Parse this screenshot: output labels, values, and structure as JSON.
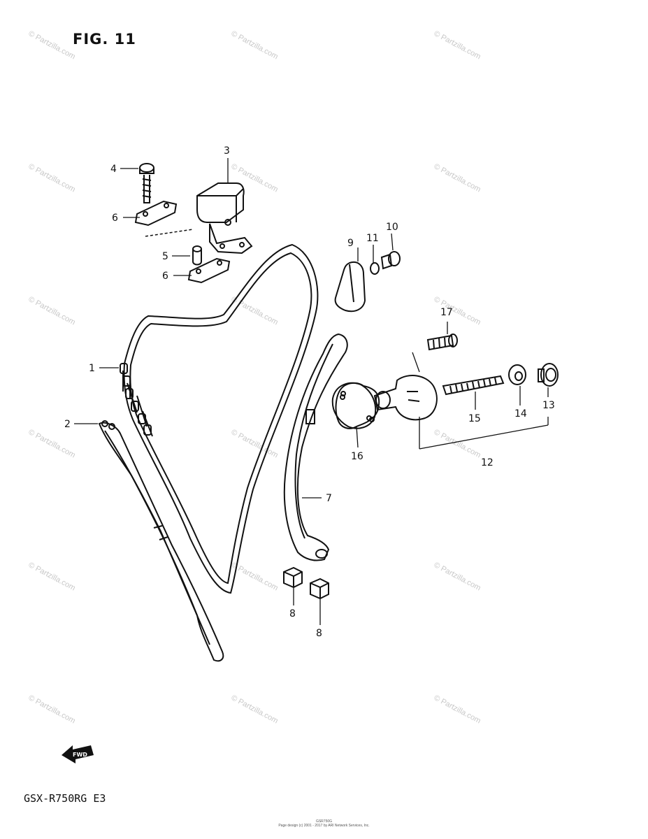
{
  "figure": {
    "title": "FIG. 11"
  },
  "model_code": "GSX-R750RG  E3",
  "watermark": "© Partzilla.com",
  "fwd_label": "FWD",
  "footer": {
    "line1": "GSR750G",
    "line2": "Page design (c) 2001 - 2017 by ARI Network Services, Inc."
  },
  "callouts": {
    "c1": "1",
    "c2": "2",
    "c3": "3",
    "c4": "4",
    "c5": "5",
    "c6a": "6",
    "c6b": "6",
    "c7": "7",
    "c8a": "8",
    "c8b": "8",
    "c9": "9",
    "c10": "10",
    "c11": "11",
    "c12": "12",
    "c13": "13",
    "c14": "14",
    "c15": "15",
    "c16": "16",
    "c17": "17"
  }
}
